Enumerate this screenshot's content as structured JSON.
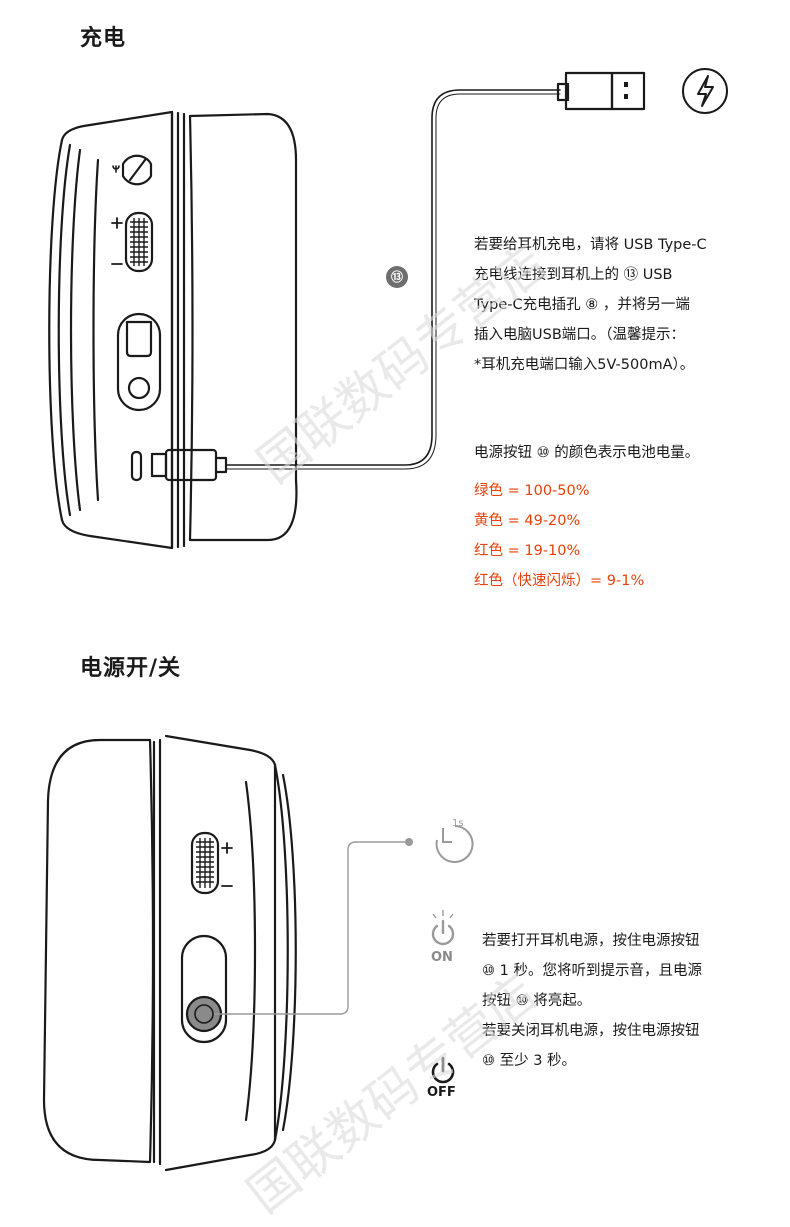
{
  "charging": {
    "heading": "充电",
    "callout": "⑬",
    "instructions": [
      "若要给耳机充电，请将 USB Type-C",
      "充电线连接到耳机上的 ⑬ USB",
      "Type-C充电插孔 ⑧ ，并将另一端",
      "插入电脑USB端口。（温馨提示：",
      "*耳机充电端口输入5V-500mA）。"
    ],
    "battery_intro": "电源按钮 ⑩ 的颜色表示电池电量。",
    "battery_levels": [
      "绿色 = 100-50%",
      "黄色 = 49-20%",
      "红色 = 19-10%",
      "红色（快速闪烁）= 9-1%"
    ],
    "accent_color": "#e8410a",
    "icon": "lightning-bolt-icon"
  },
  "power": {
    "heading": "电源开/关",
    "timer_label": "1s",
    "on_label": "ON",
    "off_label": "OFF",
    "instructions": [
      "若要打开耳机电源，按住电源按钮",
      "⑩ 1 秒。您将听到提示音，且电源",
      "按钮 ⑩ 将亮起。",
      "若要关闭耳机电源，按住电源按钮",
      " ⑩ 至少 3 秒。"
    ]
  },
  "watermark": "国联数码专营店"
}
